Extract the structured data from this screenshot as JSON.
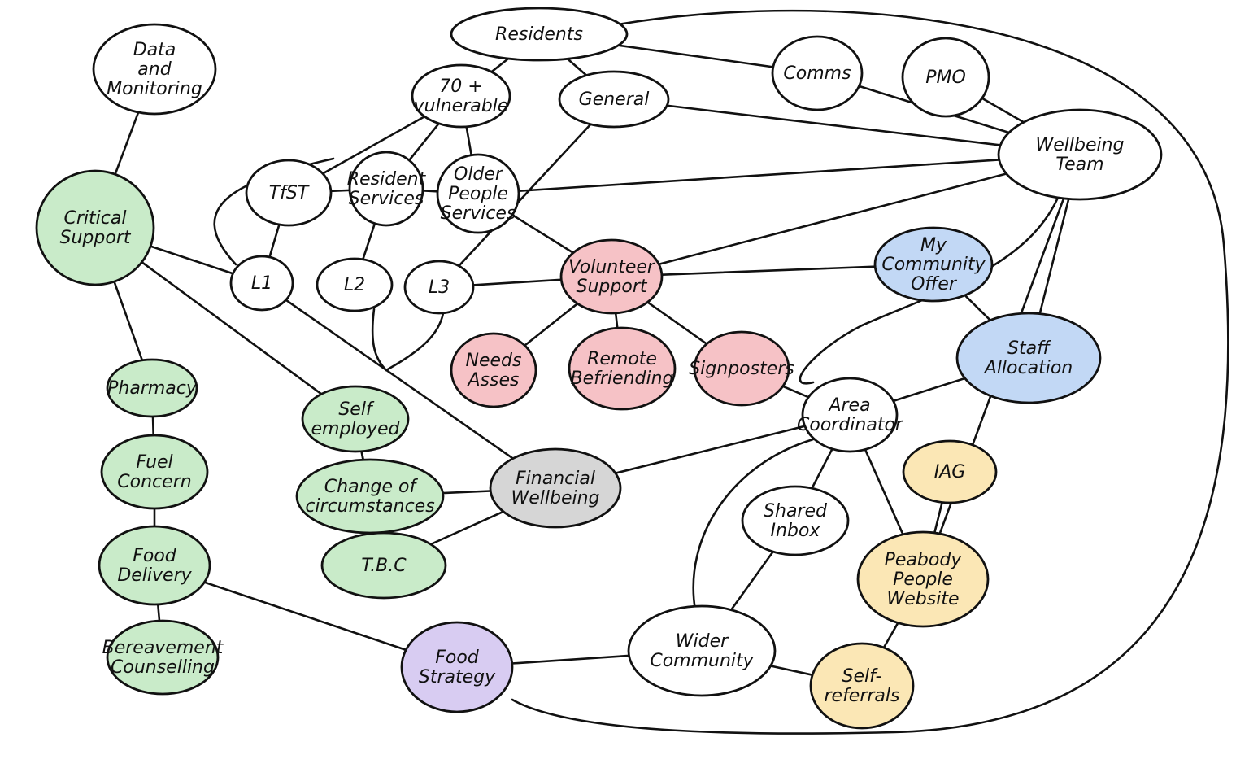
{
  "colors": {
    "green": "#c9ebc9",
    "pink": "#f6c2c6",
    "blue": "#c2d8f5",
    "yellow": "#fbe7b5",
    "grey": "#d6d6d6",
    "purple": "#d8ccf2",
    "white": "#ffffff",
    "l1_stroke": "#e8393f",
    "l2_stroke": "#f3c3a5",
    "l3_stroke": "#3cc24a"
  },
  "nodes": {
    "residents": {
      "label": [
        "Residents"
      ],
      "fill": "white"
    },
    "data": {
      "label": [
        "Data",
        "and",
        "Monitoring"
      ],
      "fill": "white"
    },
    "seventy": {
      "label": [
        "70 +",
        "vulnerable"
      ],
      "fill": "white"
    },
    "general": {
      "label": [
        "General"
      ],
      "fill": "white"
    },
    "comms": {
      "label": [
        "Comms"
      ],
      "fill": "white"
    },
    "pmo": {
      "label": [
        "PMO"
      ],
      "fill": "white"
    },
    "wellbeing": {
      "label": [
        "Wellbeing",
        "Team"
      ],
      "fill": "white"
    },
    "critical": {
      "label": [
        "Critical",
        "Support"
      ],
      "fill": "green"
    },
    "tfst": {
      "label": [
        "TfST"
      ],
      "fill": "white"
    },
    "resident_services": {
      "label": [
        "Resident",
        "Services"
      ],
      "fill": "white"
    },
    "older": {
      "label": [
        "Older",
        "People",
        "Services"
      ],
      "fill": "white"
    },
    "l1": {
      "label": [
        "L1"
      ],
      "fill": "white",
      "stroke": "l1_stroke"
    },
    "l2": {
      "label": [
        "L2"
      ],
      "fill": "white",
      "stroke": "l2_stroke"
    },
    "l3": {
      "label": [
        "L3"
      ],
      "fill": "white",
      "stroke": "l3_stroke"
    },
    "volunteer": {
      "label": [
        "Volunteer",
        "Support"
      ],
      "fill": "pink"
    },
    "mco": {
      "label": [
        "My",
        "Community",
        "Offer"
      ],
      "fill": "blue"
    },
    "needs": {
      "label": [
        "Needs",
        "Asses"
      ],
      "fill": "pink"
    },
    "remote": {
      "label": [
        "Remote",
        "Befriending"
      ],
      "fill": "pink"
    },
    "signposters": {
      "label": [
        "Signposters"
      ],
      "fill": "pink"
    },
    "staff": {
      "label": [
        "Staff",
        "Allocation"
      ],
      "fill": "blue"
    },
    "area": {
      "label": [
        "Area",
        "Coordinator"
      ],
      "fill": "white"
    },
    "pharmacy": {
      "label": [
        "Pharmacy"
      ],
      "fill": "green"
    },
    "self_employed": {
      "label": [
        "Self",
        "employed"
      ],
      "fill": "green"
    },
    "fuel": {
      "label": [
        "Fuel",
        "Concern"
      ],
      "fill": "green"
    },
    "change": {
      "label": [
        "Change of",
        "circumstances"
      ],
      "fill": "green"
    },
    "financial": {
      "label": [
        "Financial",
        "Wellbeing"
      ],
      "fill": "grey"
    },
    "iag": {
      "label": [
        "IAG"
      ],
      "fill": "yellow"
    },
    "shared": {
      "label": [
        "Shared",
        "Inbox"
      ],
      "fill": "white"
    },
    "tbc": {
      "label": [
        "T.B.C"
      ],
      "fill": "green"
    },
    "food_delivery": {
      "label": [
        "Food",
        "Delivery"
      ],
      "fill": "green"
    },
    "peabody": {
      "label": [
        "Peabody",
        "People",
        "Website"
      ],
      "fill": "yellow"
    },
    "bereavement": {
      "label": [
        "Bereavement",
        "Counselling"
      ],
      "fill": "green"
    },
    "food_strategy": {
      "label": [
        "Food",
        "Strategy"
      ],
      "fill": "purple"
    },
    "wider": {
      "label": [
        "Wider",
        "Community"
      ],
      "fill": "white"
    },
    "self_referrals": {
      "label": [
        "Self-",
        "referrals"
      ],
      "fill": "yellow"
    }
  },
  "edges": [
    [
      "data",
      "critical"
    ],
    [
      "residents",
      "seventy"
    ],
    [
      "residents",
      "general"
    ],
    [
      "residents",
      "comms"
    ],
    [
      "residents",
      "food_strategy"
    ],
    [
      "comms",
      "wellbeing"
    ],
    [
      "pmo",
      "wellbeing"
    ],
    [
      "general",
      "wellbeing"
    ],
    [
      "older",
      "wellbeing"
    ],
    [
      "seventy",
      "tfst"
    ],
    [
      "seventy",
      "resident_services"
    ],
    [
      "seventy",
      "older"
    ],
    [
      "general",
      "l3"
    ],
    [
      "tfst",
      "resident_services"
    ],
    [
      "resident_services",
      "older"
    ],
    [
      "tfst",
      "l1"
    ],
    [
      "resident_services",
      "l2"
    ],
    [
      "seventy",
      "l1"
    ],
    [
      "critical",
      "l1"
    ],
    [
      "l3",
      "volunteer"
    ],
    [
      "older",
      "volunteer"
    ],
    [
      "volunteer",
      "wellbeing"
    ],
    [
      "volunteer",
      "mco"
    ],
    [
      "volunteer",
      "needs"
    ],
    [
      "volunteer",
      "remote"
    ],
    [
      "volunteer",
      "signposters"
    ],
    [
      "signposters",
      "area"
    ],
    [
      "mco",
      "staff"
    ],
    [
      "staff",
      "wellbeing"
    ],
    [
      "staff",
      "area"
    ],
    [
      "area",
      "shared"
    ],
    [
      "area",
      "peabody"
    ],
    [
      "wellbeing",
      "area"
    ],
    [
      "area",
      "wider"
    ],
    [
      "shared",
      "wider"
    ],
    [
      "wider",
      "self_referrals"
    ],
    [
      "self_referrals",
      "peabody"
    ],
    [
      "wider",
      "food_strategy"
    ],
    [
      "peabody",
      "wellbeing"
    ],
    [
      "iag",
      "peabody"
    ],
    [
      "financial",
      "area"
    ],
    [
      "critical",
      "self_employed"
    ],
    [
      "critical",
      "pharmacy"
    ],
    [
      "pharmacy",
      "fuel"
    ],
    [
      "fuel",
      "food_delivery"
    ],
    [
      "food_delivery",
      "bereavement"
    ],
    [
      "food_delivery",
      "food_strategy"
    ],
    [
      "self_employed",
      "change"
    ],
    [
      "change",
      "financial"
    ],
    [
      "tbc",
      "financial"
    ],
    [
      "self_employed",
      "tbc"
    ],
    [
      "l1",
      "financial"
    ],
    [
      "l2",
      "l3"
    ]
  ]
}
